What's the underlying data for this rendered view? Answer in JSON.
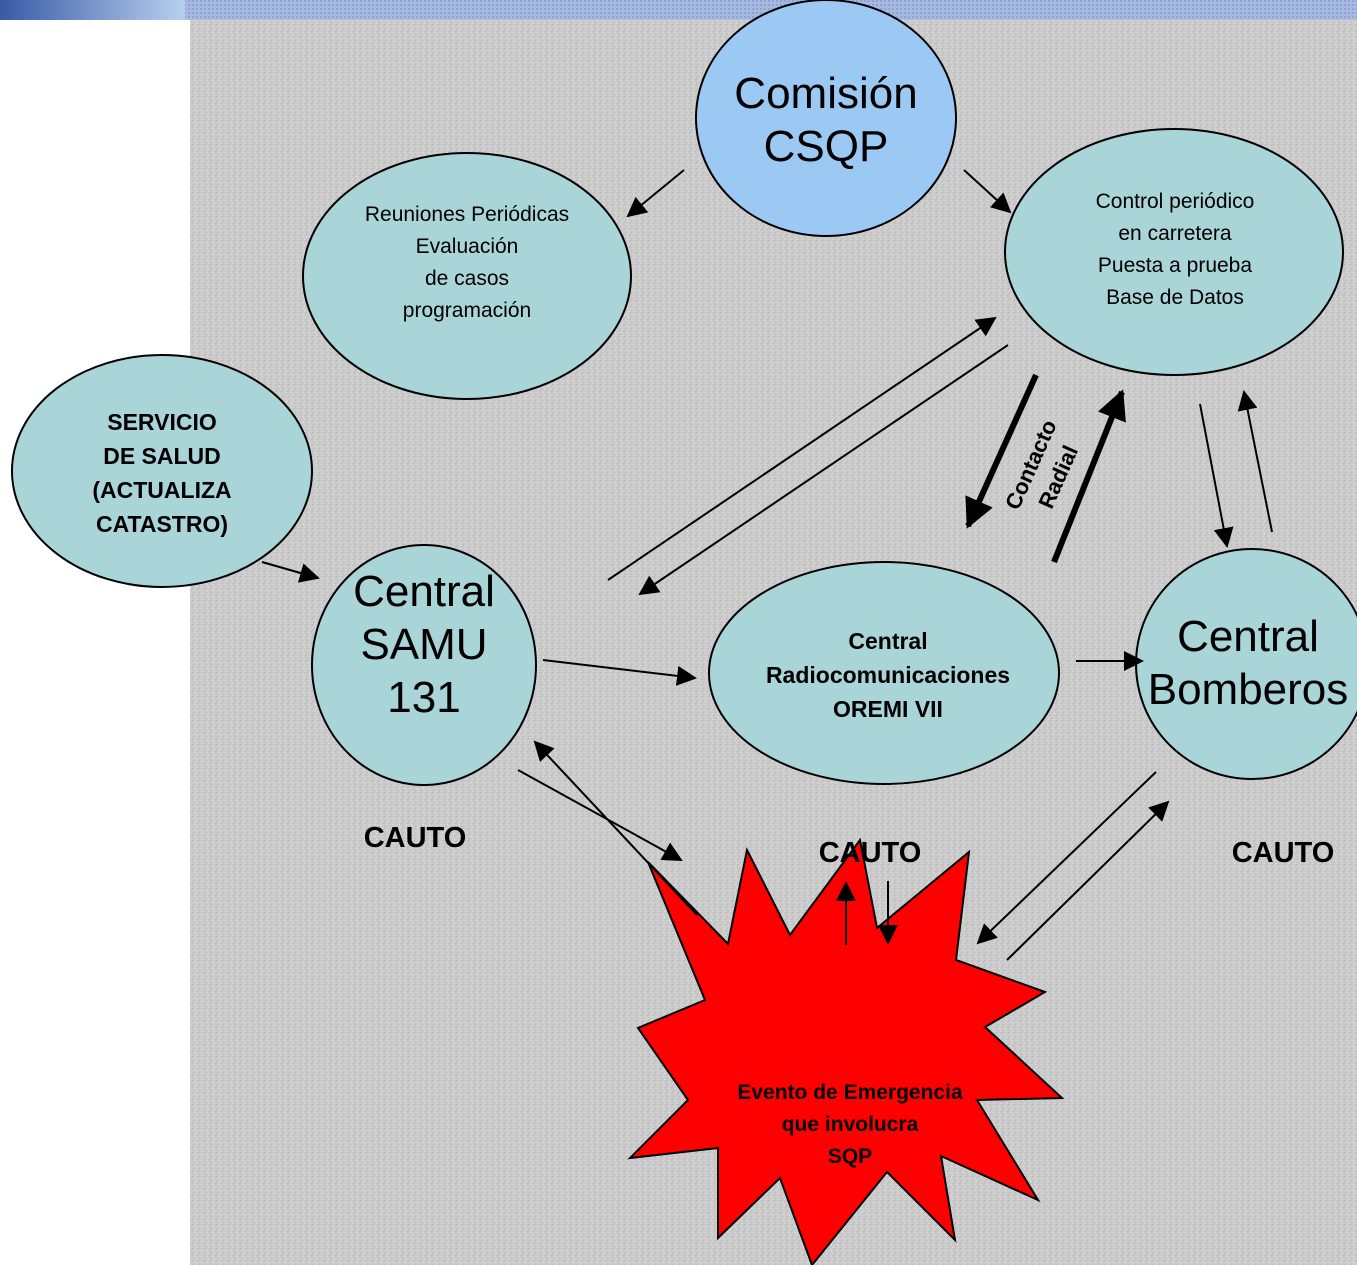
{
  "nodes": {
    "comision": "Comisión\nCSQP",
    "reuniones": "Reuniones Periódicas\nEvaluación\nde casos\nprogramación",
    "control": "Control periódico\nen carretera\nPuesta a prueba\nBase de Datos",
    "servicio": "SERVICIO\nDE SALUD\n(ACTUALIZA\nCATASTRO)",
    "samu": "Central\nSAMU\n131",
    "radio": "Central\nRadiocomunicaciones\nOREMI VII",
    "bomberos": "Central\nBomberos",
    "evento": "Evento de Emergencia\nque involucra\nSQP"
  },
  "labels": {
    "contacto": "Contacto\nRadial",
    "cauto_samu": "CAUTO",
    "cauto_radio": "CAUTO",
    "cauto_bomberos": "CAUTO"
  },
  "colors": {
    "background": "#c8c8c8",
    "ellipse_fill": "#a9d4d8",
    "comision_fill": "#9cc8f4",
    "evento_fill": "#ff0000",
    "stroke": "#000000"
  }
}
